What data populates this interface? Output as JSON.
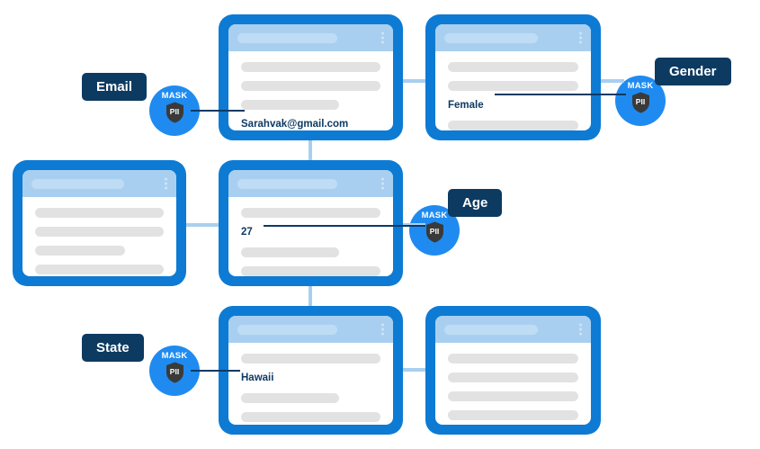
{
  "meta": {
    "title": "PII masking data-flow diagram",
    "colors": {
      "card_border_blue": "#0d7bd4",
      "card_header_blue": "#a9cff0",
      "badge_blue": "#1f8bf0",
      "chip_navy": "#0d3a61",
      "value_text": "#0e3a63",
      "placeholder_gray": "#e2e2e2",
      "connector_blue": "#a9cff0",
      "shield_dark": "#3a3a3a"
    }
  },
  "badge": {
    "mask_label": "MASK",
    "pii_label": "PII",
    "shield_icon": "shield-icon"
  },
  "annotations": [
    {
      "id": "email",
      "chip_label": "Email",
      "value": "Sarahvak@gmail.com"
    },
    {
      "id": "gender",
      "chip_label": "Gender",
      "value": "Female"
    },
    {
      "id": "age",
      "chip_label": "Age",
      "value": "27"
    },
    {
      "id": "state",
      "chip_label": "State",
      "value": "Hawaii"
    }
  ],
  "cards": [
    {
      "id": "card-top-center",
      "header_placeholder": "",
      "rows": [
        {
          "type": "placeholder",
          "width": "full"
        },
        {
          "type": "placeholder",
          "width": "full"
        },
        {
          "type": "placeholder",
          "width": "mid"
        },
        {
          "type": "value",
          "text": "Sarahvak@gmail.com"
        }
      ]
    },
    {
      "id": "card-top-right",
      "header_placeholder": "",
      "rows": [
        {
          "type": "placeholder",
          "width": "full"
        },
        {
          "type": "placeholder",
          "width": "full"
        },
        {
          "type": "value",
          "text": "Female"
        },
        {
          "type": "placeholder",
          "width": "full"
        }
      ]
    },
    {
      "id": "card-mid-left",
      "header_placeholder": "",
      "rows": [
        {
          "type": "placeholder",
          "width": "full"
        },
        {
          "type": "placeholder",
          "width": "full"
        },
        {
          "type": "placeholder",
          "width": "mid"
        },
        {
          "type": "placeholder",
          "width": "full"
        }
      ]
    },
    {
      "id": "card-mid-center",
      "header_placeholder": "",
      "rows": [
        {
          "type": "placeholder",
          "width": "full"
        },
        {
          "type": "value",
          "text": "27"
        },
        {
          "type": "placeholder",
          "width": "mid"
        },
        {
          "type": "placeholder",
          "width": "full"
        }
      ]
    },
    {
      "id": "card-bottom-center",
      "header_placeholder": "",
      "rows": [
        {
          "type": "placeholder",
          "width": "full"
        },
        {
          "type": "value",
          "text": "Hawaii"
        },
        {
          "type": "placeholder",
          "width": "mid"
        },
        {
          "type": "placeholder",
          "width": "full"
        }
      ]
    },
    {
      "id": "card-bottom-right",
      "header_placeholder": "",
      "rows": [
        {
          "type": "placeholder",
          "width": "full"
        },
        {
          "type": "placeholder",
          "width": "full"
        },
        {
          "type": "placeholder",
          "width": "full"
        },
        {
          "type": "placeholder",
          "width": "full"
        }
      ]
    }
  ]
}
